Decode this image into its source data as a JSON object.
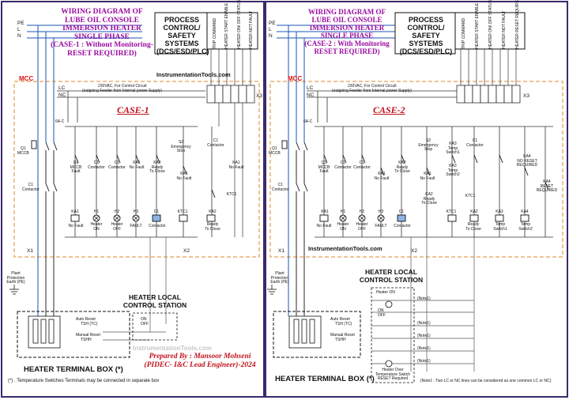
{
  "case1": {
    "title": [
      "WIRING DIAGRAM OF",
      "LUBE OIL CONSOLE",
      "IMMERSION HEATER",
      "SINGLE PHASE"
    ],
    "subtitle": [
      "(CASE-1 : Without Monitoring-",
      "RESET REQUIRED)"
    ],
    "process_box": [
      "PROCESS",
      "CONTROL/",
      "SAFETY SYSTEMS",
      "(DCS/ESD/PLC)"
    ],
    "signals": [
      "TRIP COMMAND",
      "HEATER START ENABLE",
      "HEATER ON/ OFF STATUS",
      "HEATER NOT FAULT"
    ],
    "site": "InstrumentationTools.com",
    "mcc": "MCC",
    "supply": [
      "230VAC, For Control Circuit",
      "(outgoing Feeder from Internal power Supply)"
    ],
    "case_label": "CASE-1",
    "x3": "X3",
    "lines": [
      "PE",
      "L",
      "N"
    ],
    "lc": "LC",
    "nc": "NC",
    "fuse": "6A-C",
    "q1": [
      "Q1",
      "MCCB"
    ],
    "c1_main": [
      "C1",
      "Contactor"
    ],
    "contacts": [
      [
        "Q1",
        "MCCB",
        "Fault"
      ],
      [
        "C1",
        "Contactor"
      ],
      [
        "C1",
        "Contactor"
      ],
      [
        "KA1",
        "No Fault"
      ],
      [
        "KA2",
        "Ready",
        "To Close"
      ],
      [
        "KA1",
        "No Fault"
      ]
    ],
    "stop": [
      "S2",
      "Emergency",
      "Stop"
    ],
    "c1_hold": [
      "C1",
      "Contactor"
    ],
    "ka1_coil": [
      "KA1",
      "No Fault"
    ],
    "ktc1_contact": "KTC1",
    "coils": [
      [
        "KA1",
        "No Fault"
      ],
      [
        "H1",
        "Heater",
        "ON"
      ],
      [
        "H2",
        "Heater",
        "OFF"
      ],
      [
        "H3",
        "FAULT"
      ],
      [
        "C1",
        "Contactor"
      ],
      [
        "KTC1",
        "KA2",
        "Ready",
        "To Close"
      ]
    ],
    "x1": "X1",
    "x2": "X2",
    "pe_label": [
      "Plant",
      "Protection",
      "Earth (PE)"
    ],
    "local_station": [
      "HEATER LOCAL",
      "CONTROL STATION"
    ],
    "switch": [
      "ON",
      "OFF"
    ],
    "tsw": [
      [
        "Auto Reset",
        "TSH (TC)"
      ],
      [
        "Manual Reset",
        "TSHH"
      ]
    ],
    "terminal_box": "HEATER TERMINAL BOX (*)",
    "footnote": "(*) . Temperature Switches Terminals may be connected in separate box"
  },
  "case2": {
    "title": [
      "WIRING DIAGRAM OF",
      "LUBE OIL CONSOLE",
      "IMMERSION HEATER",
      "SINGLE PHASE"
    ],
    "subtitle": [
      "(CASE-2 : With Monitoring",
      "RESET REQUIRED)"
    ],
    "process_box": [
      "PROCESS",
      "CONTROL/",
      "SAFETY SYSTEMS",
      "(DCS/ESD/PLC)"
    ],
    "signals": [
      "TRIP COMMAND",
      "HEATER START ENABLE",
      "HEATER ON/ OFF STATUS",
      "HEATER NOT FAULT",
      "HEATER RESET REQUIRED"
    ],
    "mcc": "MCC",
    "supply": [
      "230VAC, For Control Circuit",
      "(outgoing Feeder from Internal power Supply)"
    ],
    "case_label": "CASE-2",
    "x3": "X3",
    "lines": [
      "PE",
      "L",
      "N"
    ],
    "lc": "LC",
    "nc": "NC",
    "fuse": "6A-C",
    "q1": [
      "Q1",
      "MCCB"
    ],
    "c1_main": [
      "C1",
      "Contactor"
    ],
    "contacts": [
      [
        "Q1",
        "MCCB",
        "Fault"
      ],
      [
        "C1",
        "Contactor"
      ],
      [
        "C1",
        "Contactor"
      ],
      [
        "KA1",
        "No Fault"
      ],
      [
        "KA2",
        "Ready",
        "To Close"
      ],
      [
        "KA1",
        "No Fault"
      ],
      [
        "KA3",
        "Temp",
        "Switch1"
      ],
      [
        "KA3",
        "Temp",
        "Switch2"
      ],
      [
        "KA4",
        "NO RESET",
        "REQUIRED"
      ],
      [
        "KA4",
        "RESET",
        "REQUIRED"
      ]
    ],
    "stop": [
      "S2",
      "Emergency",
      "Stop"
    ],
    "c1_hold": [
      "C1",
      "Contactor"
    ],
    "ka2_ready": [
      "KA2",
      "Ready",
      "To Close"
    ],
    "ktc1_contact": "KTC1",
    "coils": [
      [
        "KA1",
        "No Fault"
      ],
      [
        "H1",
        "Heater",
        "ON"
      ],
      [
        "H2",
        "Heater",
        "OFF"
      ],
      [
        "H3",
        "FAULT"
      ],
      [
        "C1",
        "Contactor"
      ],
      [
        "KTC1",
        "KA2",
        "Ready",
        "To Close"
      ],
      [
        "KA3",
        "Temp",
        "Switch1"
      ],
      [
        "KA4",
        "Temp",
        "Switch2"
      ]
    ],
    "x1": "X1",
    "x2": "X2",
    "site": "InstrumentationTools.com",
    "pe_label": [
      "Plant",
      "Protection",
      "Earth (PE)"
    ],
    "local_station": [
      "HEATER LOCAL",
      "CONTROL STATION"
    ],
    "heater_on": "Heater ON",
    "switch": [
      "ON",
      "OFF"
    ],
    "reset_lamp": [
      "Heater Over",
      "Temperature Switch",
      "RESET Required"
    ],
    "notes": [
      "(Note1)",
      "(Note1)",
      "(Note1)",
      "(Note1)",
      "(Note1)"
    ],
    "tsw": [
      [
        "Auto Reset",
        "TSH (TC)"
      ],
      [
        "Manual Reset",
        "TSHH"
      ]
    ],
    "terminal_box": "HEATER TERMINAL BOX (*)",
    "note_text": "(Note1 : Two LC or NC lines can be considered as one common LC or NC)."
  },
  "prepared": [
    "Prepared By : Mansoor Mohseni",
    "(PIDEC- I&C Lead Engineer)-2024"
  ],
  "watermark": "InstrumentationTools.com",
  "colors": {
    "frame": "#3b2a6b",
    "mcc_border": "#e08a2a",
    "title": "#9a0aa0",
    "case": "#c0121c",
    "wire": "#1a55b5",
    "field": "#555555"
  }
}
